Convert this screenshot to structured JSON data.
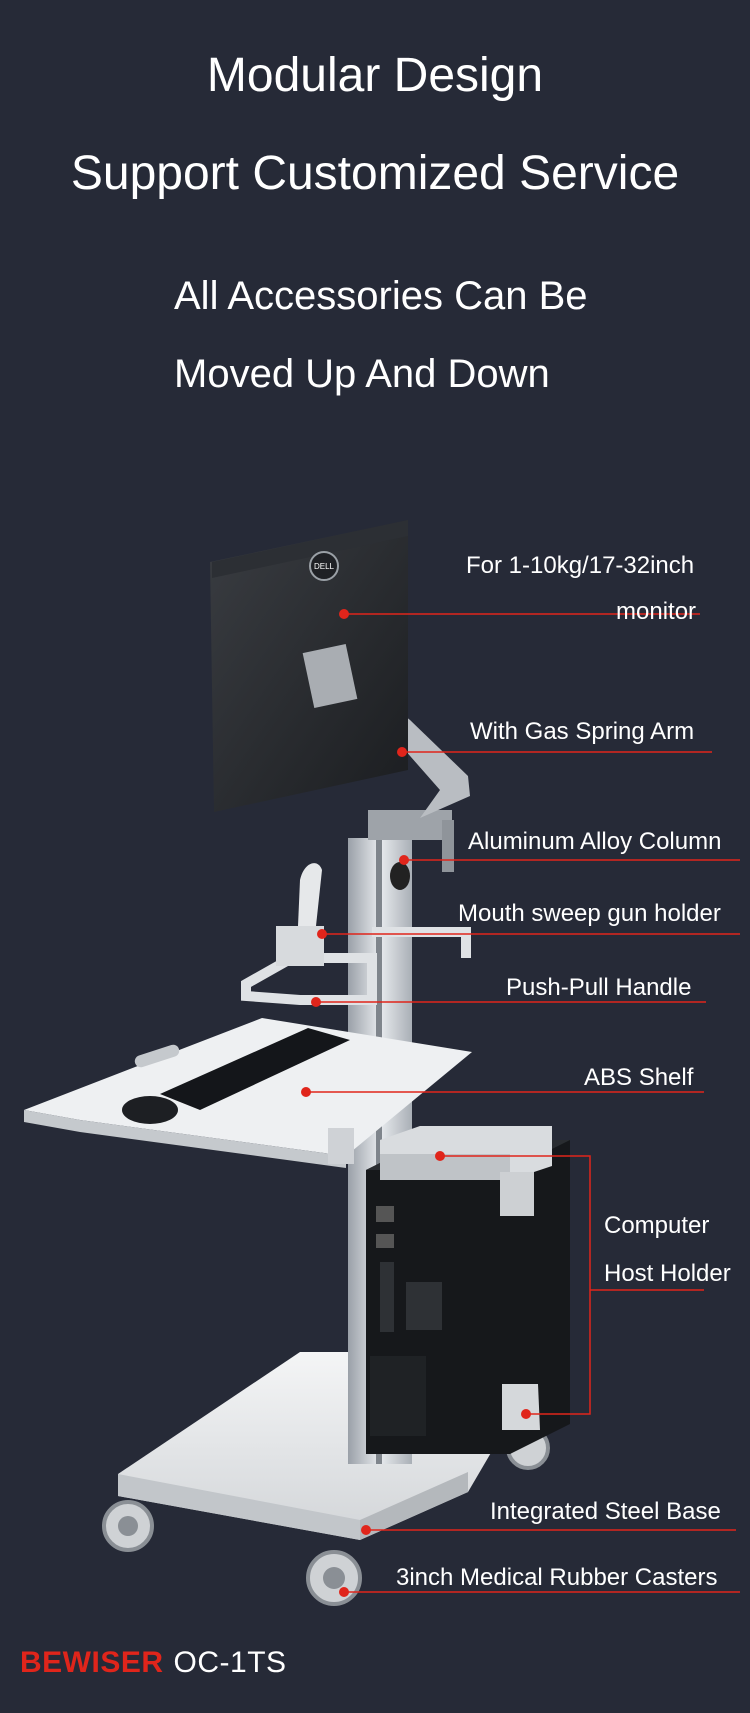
{
  "headline": {
    "line1": "Modular Design",
    "line2": "Support Customized Service"
  },
  "subheading": {
    "line1": "All Accessories Can Be",
    "line2": "Moved Up And Down"
  },
  "callouts": {
    "monitor_line1": "For 1-10kg/17-32inch",
    "monitor_line2": "monitor",
    "arm": "With Gas Spring Arm",
    "column": "Aluminum Alloy Column",
    "gun_holder": "Mouth sweep gun holder",
    "handle": "Push-Pull Handle",
    "shelf": "ABS Shelf",
    "host_line1": "Computer",
    "host_line2": "Host Holder",
    "base": "Integrated Steel Base",
    "casters": "3inch Medical Rubber Casters"
  },
  "monitor_logo": "DELL",
  "brand": {
    "name": "BEWISER",
    "model": "OC-1TS"
  },
  "colors": {
    "background": "#262a37",
    "accent": "#e0251b",
    "text": "#ffffff"
  }
}
